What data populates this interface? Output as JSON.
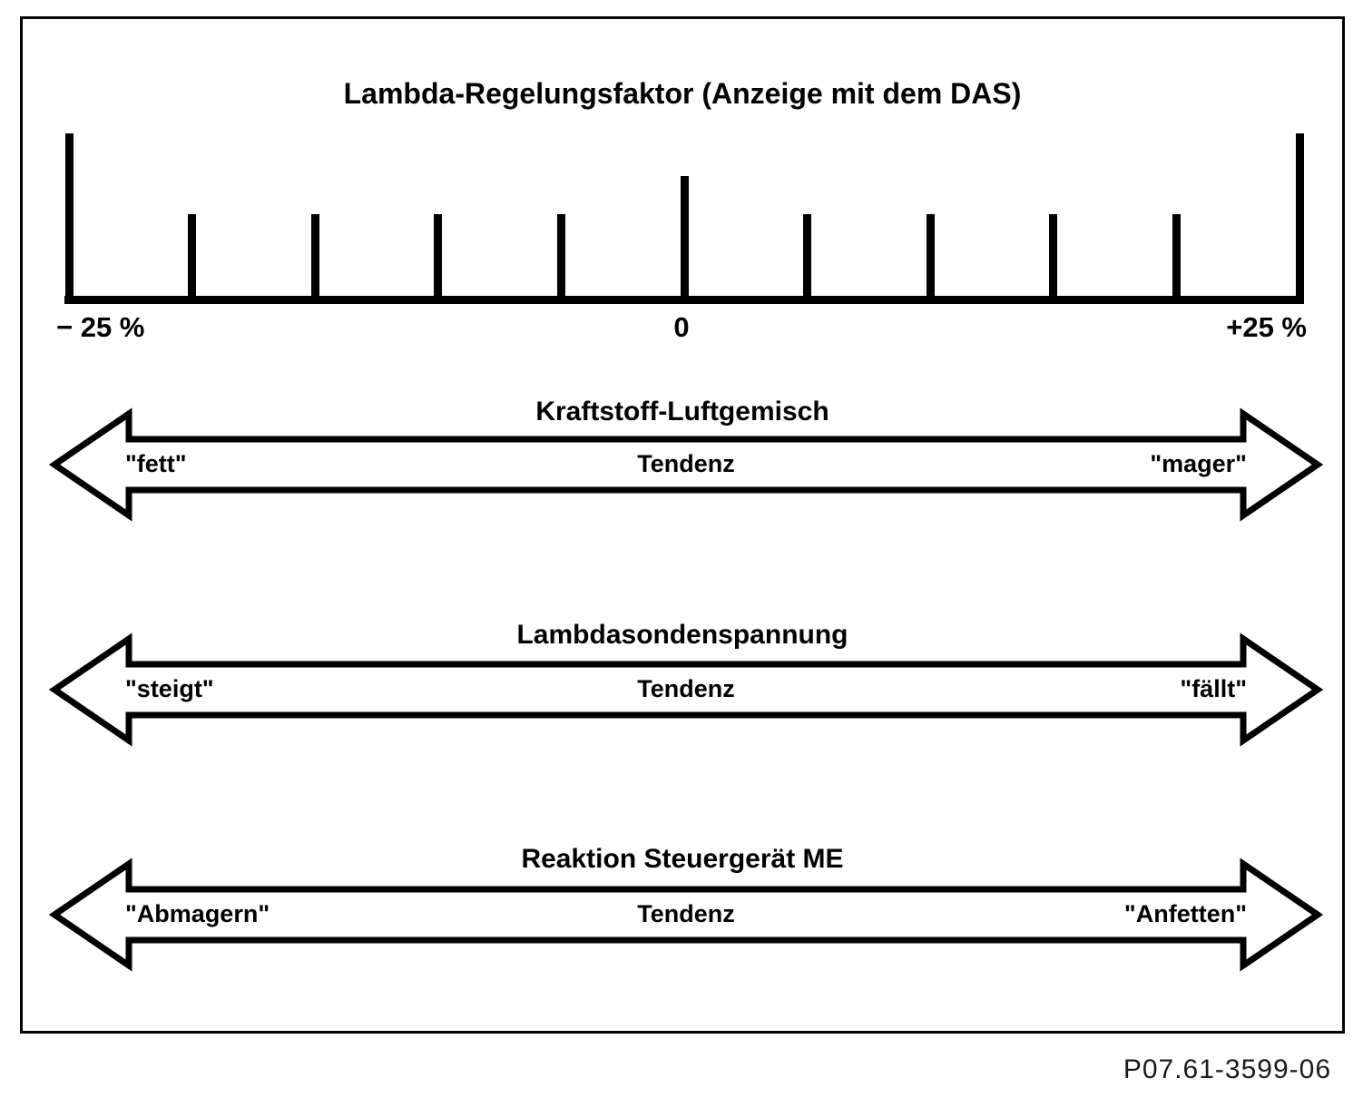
{
  "diagram": {
    "title": "Lambda-Regelungsfaktor (Anzeige mit dem DAS)",
    "caption": "P07.61-3599-06"
  },
  "scale": {
    "min_label": "− 25 %",
    "zero_label": "0",
    "max_label": "+25 %",
    "min_value": -25,
    "max_value": 25,
    "unit": "%",
    "tick_count": 11,
    "tick_step_percent": 5
  },
  "arrows": [
    {
      "title": "Kraftstoff-Luftgemisch",
      "left_label": "\"fett\"",
      "center_label": "Tendenz",
      "right_label": "\"mager\""
    },
    {
      "title": "Lambdasondenspannung",
      "left_label": "\"steigt\"",
      "center_label": "Tendenz",
      "right_label": "\"fällt\""
    },
    {
      "title": "Reaktion Steuergerät ME",
      "left_label": "\"Abmagern\"",
      "center_label": "Tendenz",
      "right_label": "\"Anfetten\""
    }
  ],
  "colors": {
    "ink": "#000000",
    "background": "#ffffff"
  }
}
